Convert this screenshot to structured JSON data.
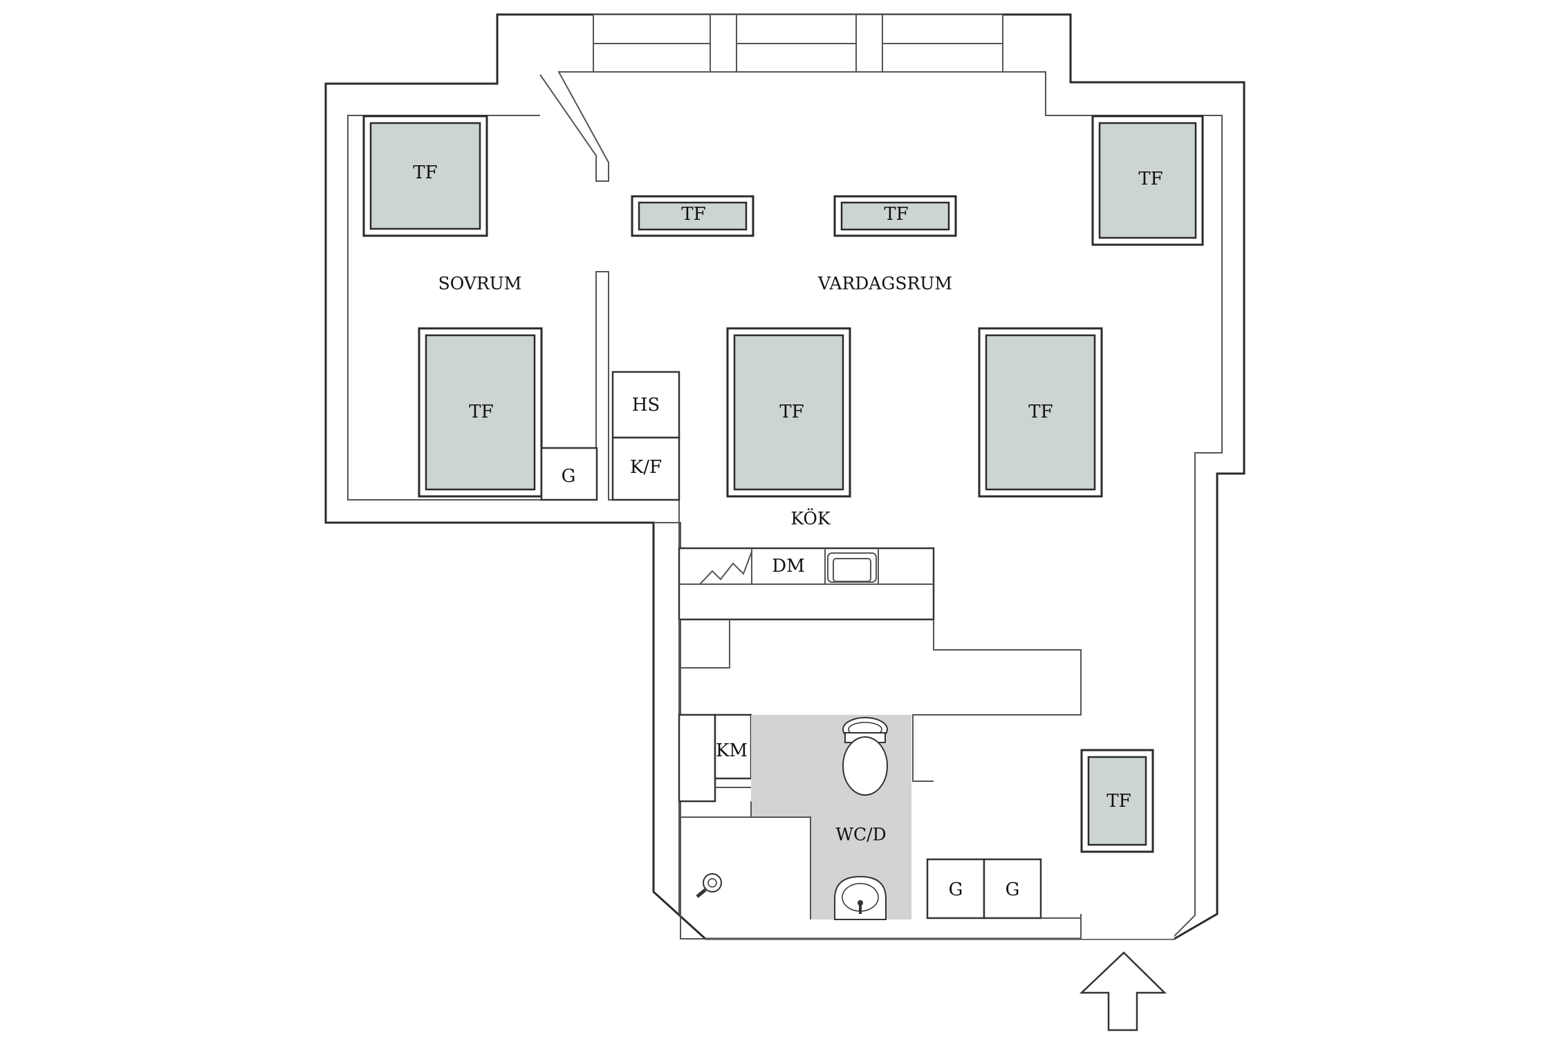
{
  "colors": {
    "skylight_fill": "#cdd5d0",
    "bathroom_fill": "#d3d3d3",
    "wall": "#2a2a2a"
  },
  "rooms": {
    "bedroom": "SOVRUM",
    "living": "VARDAGSRUM",
    "kitchen": "KÖK",
    "bathroom": "WC/D"
  },
  "labels": {
    "skylight": "TF",
    "closet": "G",
    "wardrobe_storage": "HS",
    "fridge_freezer": "K/F",
    "dishwasher": "DM",
    "washing_machine": "KM"
  },
  "icons": {
    "entrance": "entrance-arrow-icon",
    "toilet": "toilet-icon",
    "sink": "washbasin-icon",
    "shower": "shower-icon",
    "kitchen_sink": "kitchen-sink-icon",
    "stove": "stove-icon"
  }
}
